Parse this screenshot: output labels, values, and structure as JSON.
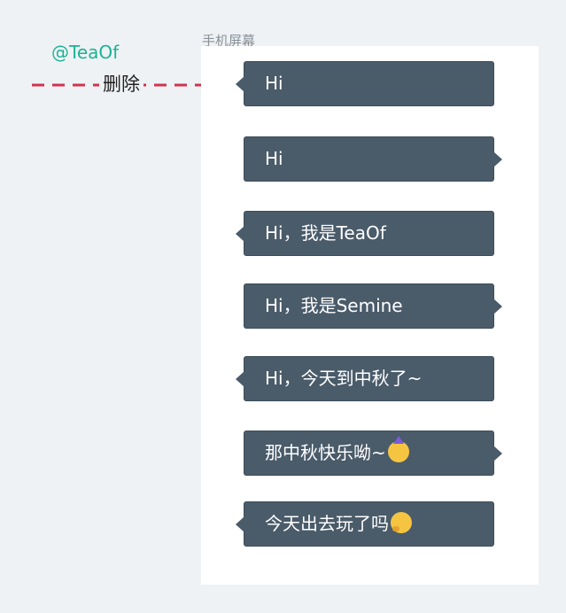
{
  "header": {
    "author": "@TeaOf",
    "phone_label": "手机屏幕"
  },
  "annotation": {
    "delete_label": "删除",
    "arrow_color": "#d3324f"
  },
  "colors": {
    "background": "#eff2f5",
    "bubble": "#4a5b6a",
    "author": "#1bb394"
  },
  "messages": [
    {
      "text": "Hi",
      "side": "left"
    },
    {
      "text": "Hi",
      "side": "right"
    },
    {
      "text": "Hi，我是TeaOf",
      "side": "left"
    },
    {
      "text": "Hi，我是Semine",
      "side": "right"
    },
    {
      "text": "Hi，今天到中秋了~",
      "side": "left"
    },
    {
      "text": "那中秋快乐呦~",
      "side": "right",
      "emoji": "partying-face-icon"
    },
    {
      "text": "今天出去玩了吗",
      "side": "left",
      "emoji": "thinking-face-icon"
    }
  ]
}
